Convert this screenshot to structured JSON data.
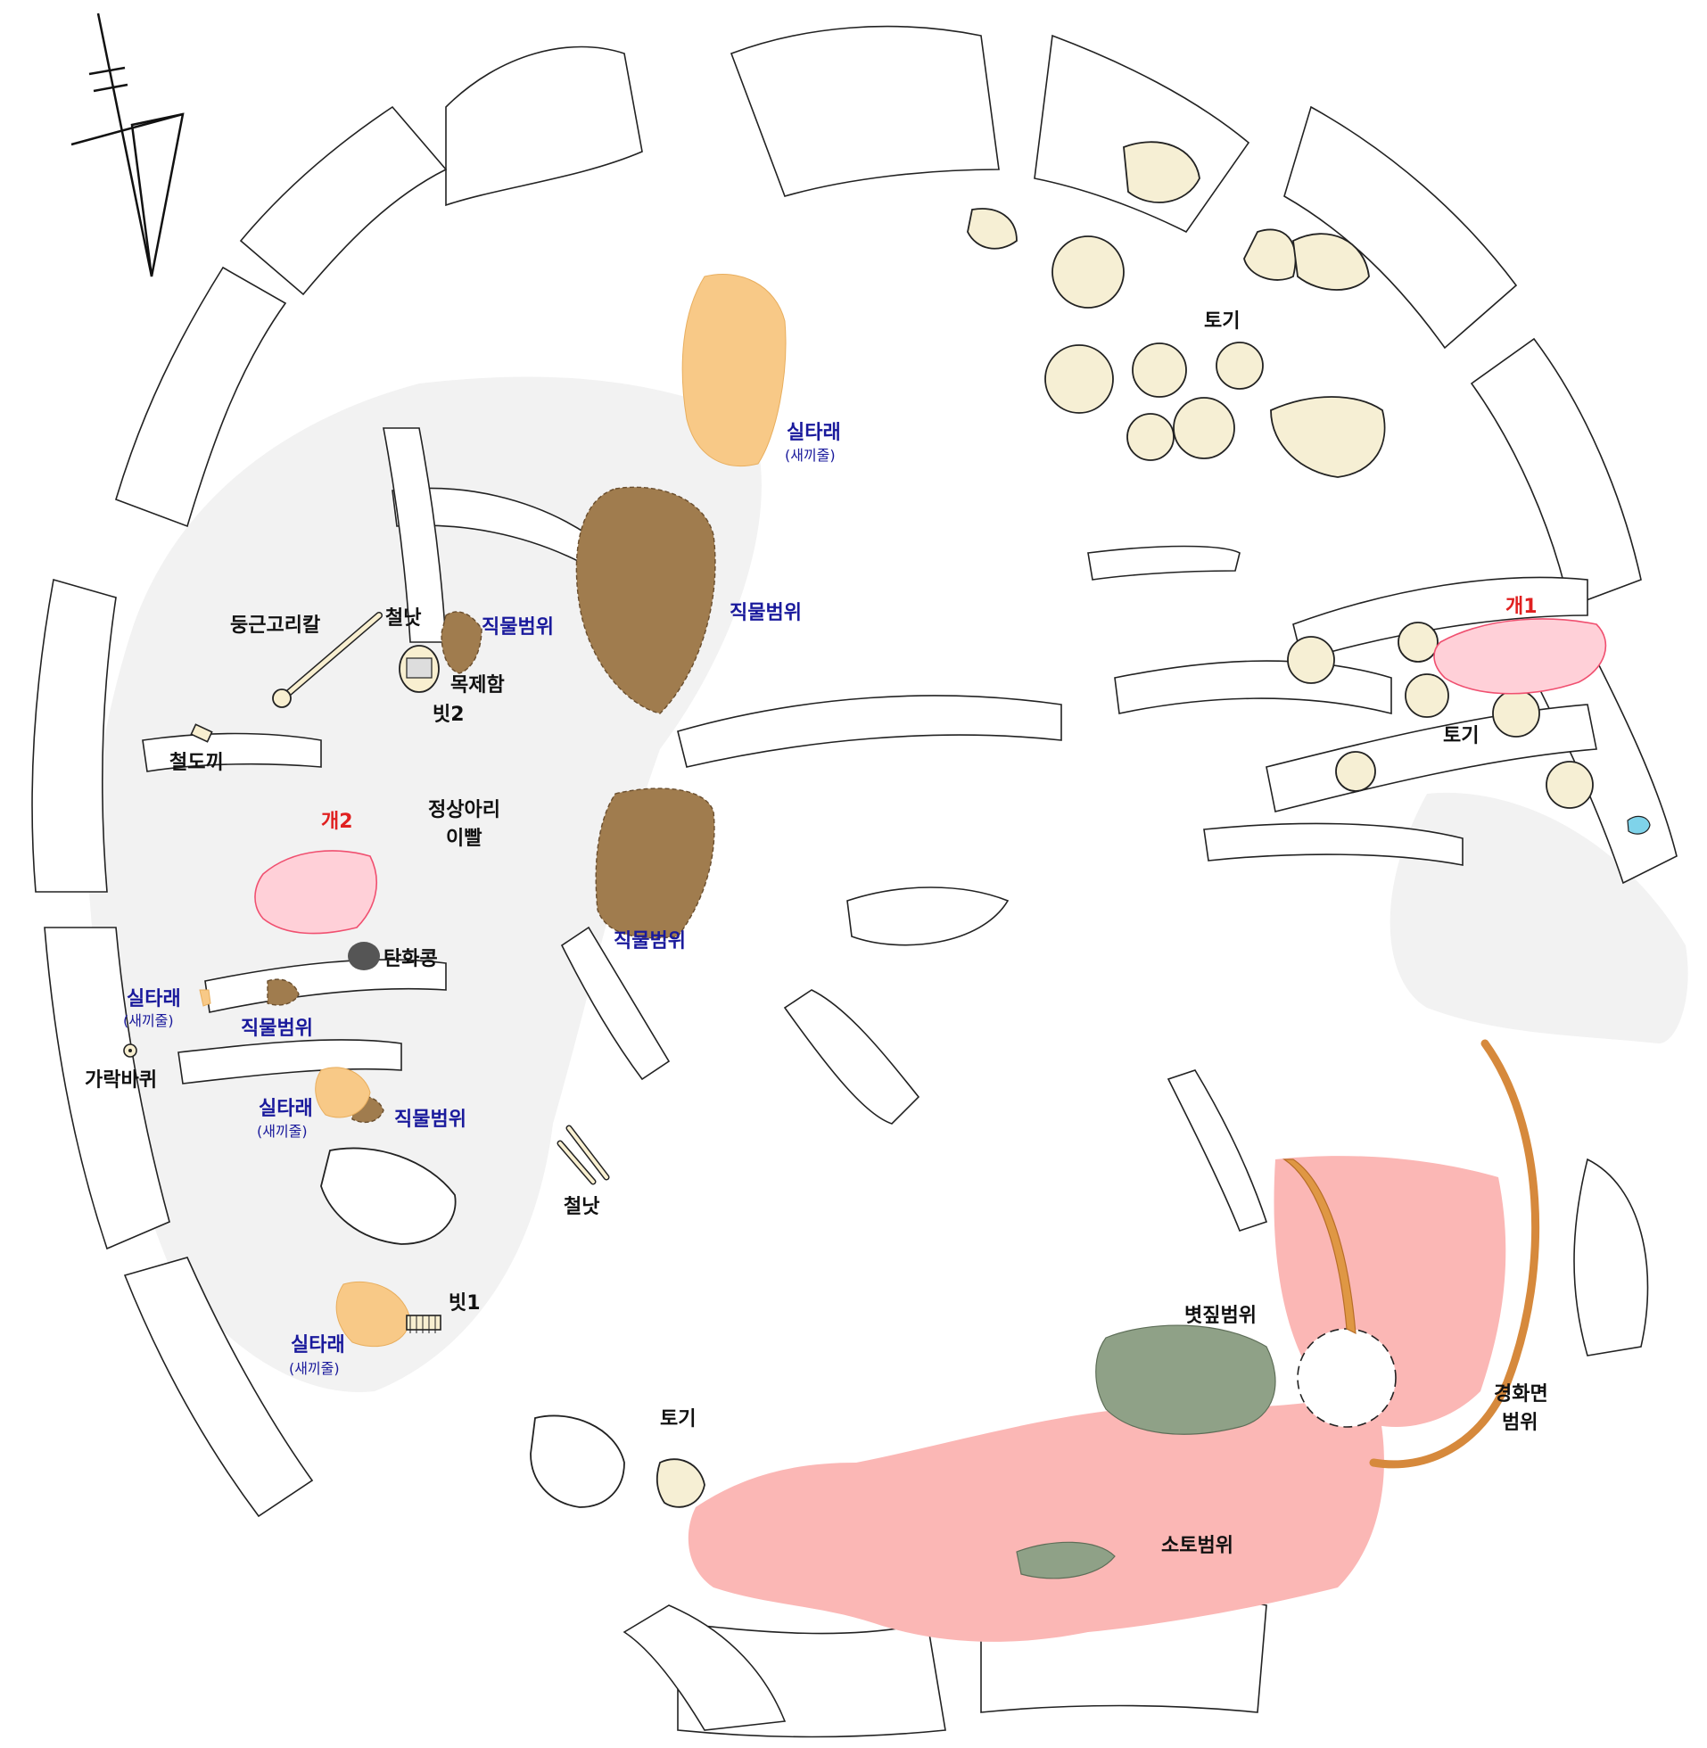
{
  "labels": {
    "round_pommel_sword": "둥근고리칼",
    "sickle_1": "철낫",
    "wooden_box": "목제함",
    "comb_2": "빗2",
    "iron_axe": "철도끼",
    "dog_2": "개2",
    "deer_tooth": "정상아리\n이빨",
    "carbonized_beans": "탄화콩",
    "spindle_whorl": "가락바퀴",
    "sickle_2": "철낫",
    "comb_1": "빗1",
    "pottery_1": "토기",
    "pottery_2": "토기",
    "pottery_3": "토기",
    "dog_1": "개1",
    "straw_area": "볏짚범위",
    "hardened_surface": "경화면\n범위",
    "burnt_clay": "소토범위",
    "textile_1": "직물범위",
    "textile_2": "직물범위",
    "textile_3": "직물범위",
    "textile_4": "직물범위",
    "textile_5": "직물범위",
    "thread_1": "실타래",
    "thread_1_sub": "(새끼줄)",
    "thread_2": "실타래",
    "thread_2_sub": "(새끼줄)",
    "thread_3": "실타래",
    "thread_3_sub": "(새끼줄)",
    "thread_4": "실타래",
    "thread_4_sub": "(새끼줄)"
  },
  "colors": {
    "textile": "#a07c4e",
    "thread": "#f8c987",
    "straw": "#8fa187",
    "burnt_clay": "#fbb7b5",
    "hardened_surface": "#df9744",
    "dog": "#f05070",
    "pottery": "#f6efd4",
    "floor": "#f2f2f2"
  },
  "icons": {
    "north_arrow": "north-arrow-icon"
  }
}
